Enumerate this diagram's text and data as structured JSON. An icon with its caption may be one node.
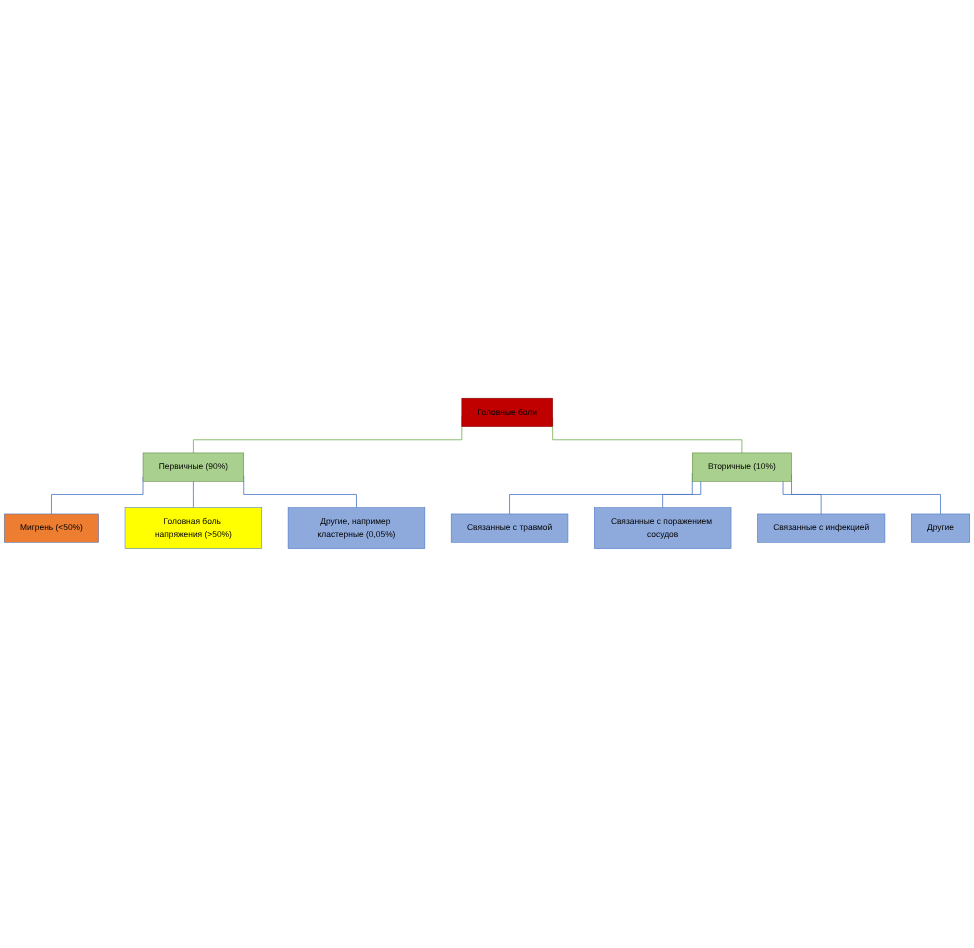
{
  "diagram": {
    "nodes": [
      {
        "text": [
          "Головные боли"
        ]
      },
      {
        "text": [
          "Первичные (90%)"
        ]
      },
      {
        "text": [
          "Вторичные (10%)"
        ]
      },
      {
        "text": [
          "Мигрень (<50%)"
        ]
      },
      {
        "text": [
          "Головная боль напряжения (>50%)"
        ]
      },
      {
        "text": [
          "Другие, например кластерные (0,05%)"
        ]
      },
      {
        "text": [
          "Связанные с травмой"
        ]
      },
      {
        "text": [
          "Связанные с поражением сосудов"
        ]
      },
      {
        "text": [
          "Связанные с инфекцией"
        ]
      },
      {
        "text": [
          "Другие"
        ]
      }
    ],
    "edges": [
      {
        "from": 0,
        "to": 1,
        "arrow": "none",
        "color": "#70ad47"
      },
      {
        "from": 0,
        "to": 2,
        "arrow": "none",
        "color": "#70ad47"
      },
      {
        "from": 1,
        "to": 3,
        "arrow": "none"
      },
      {
        "from": 1,
        "to": 4,
        "arrow": "none"
      },
      {
        "from": 1,
        "to": 5,
        "arrow": "none"
      },
      {
        "from": 2,
        "to": 6,
        "arrow": "none"
      },
      {
        "from": 2,
        "to": 7,
        "arrow": "none"
      },
      {
        "from": 2,
        "to": 8,
        "arrow": "none"
      },
      {
        "from": 2,
        "to": 9,
        "arrow": "none"
      }
    ]
  }
}
